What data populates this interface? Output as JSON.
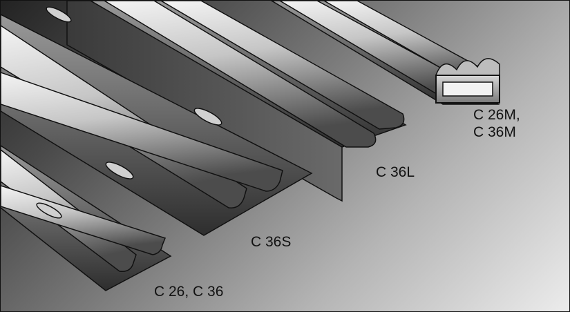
{
  "labels": {
    "c26_c36": "C 26, C 36",
    "c36s": "C 36S",
    "c36l": "C 36L",
    "c26m_c36m": "C 26M,\nC 36M"
  }
}
